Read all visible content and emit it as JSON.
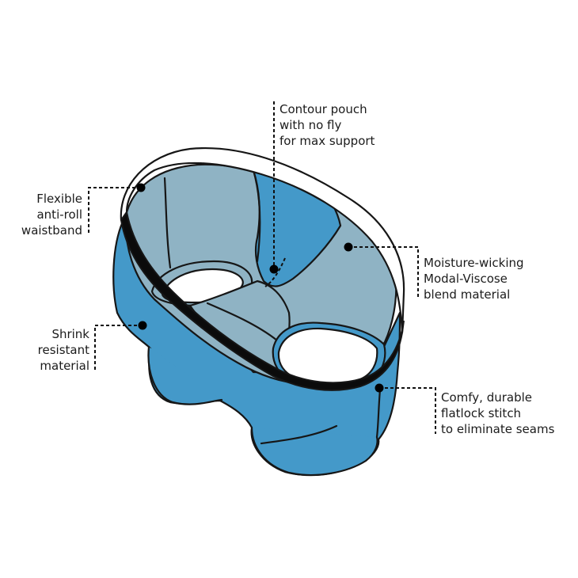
{
  "colors": {
    "fabric_blue": "#4499c9",
    "fabric_light": "#8fb3c4",
    "waistband": "#0b0b0b",
    "outline": "#161616",
    "background": "#ffffff"
  },
  "callouts": [
    {
      "id": "contour-pouch",
      "lines": [
        "Contour pouch",
        "with no fly",
        "for max support"
      ]
    },
    {
      "id": "waistband",
      "lines": [
        "Flexible",
        "anti-roll",
        "waistband"
      ]
    },
    {
      "id": "moisture-wicking",
      "lines": [
        "Moisture-wicking",
        "Modal-Viscose",
        "blend material"
      ]
    },
    {
      "id": "shrink-resistant",
      "lines": [
        "Shrink",
        "resistant",
        "material"
      ]
    },
    {
      "id": "flatlock-stitch",
      "lines": [
        "Comfy, durable",
        "flatlock stitch",
        "to eliminate seams"
      ]
    }
  ]
}
